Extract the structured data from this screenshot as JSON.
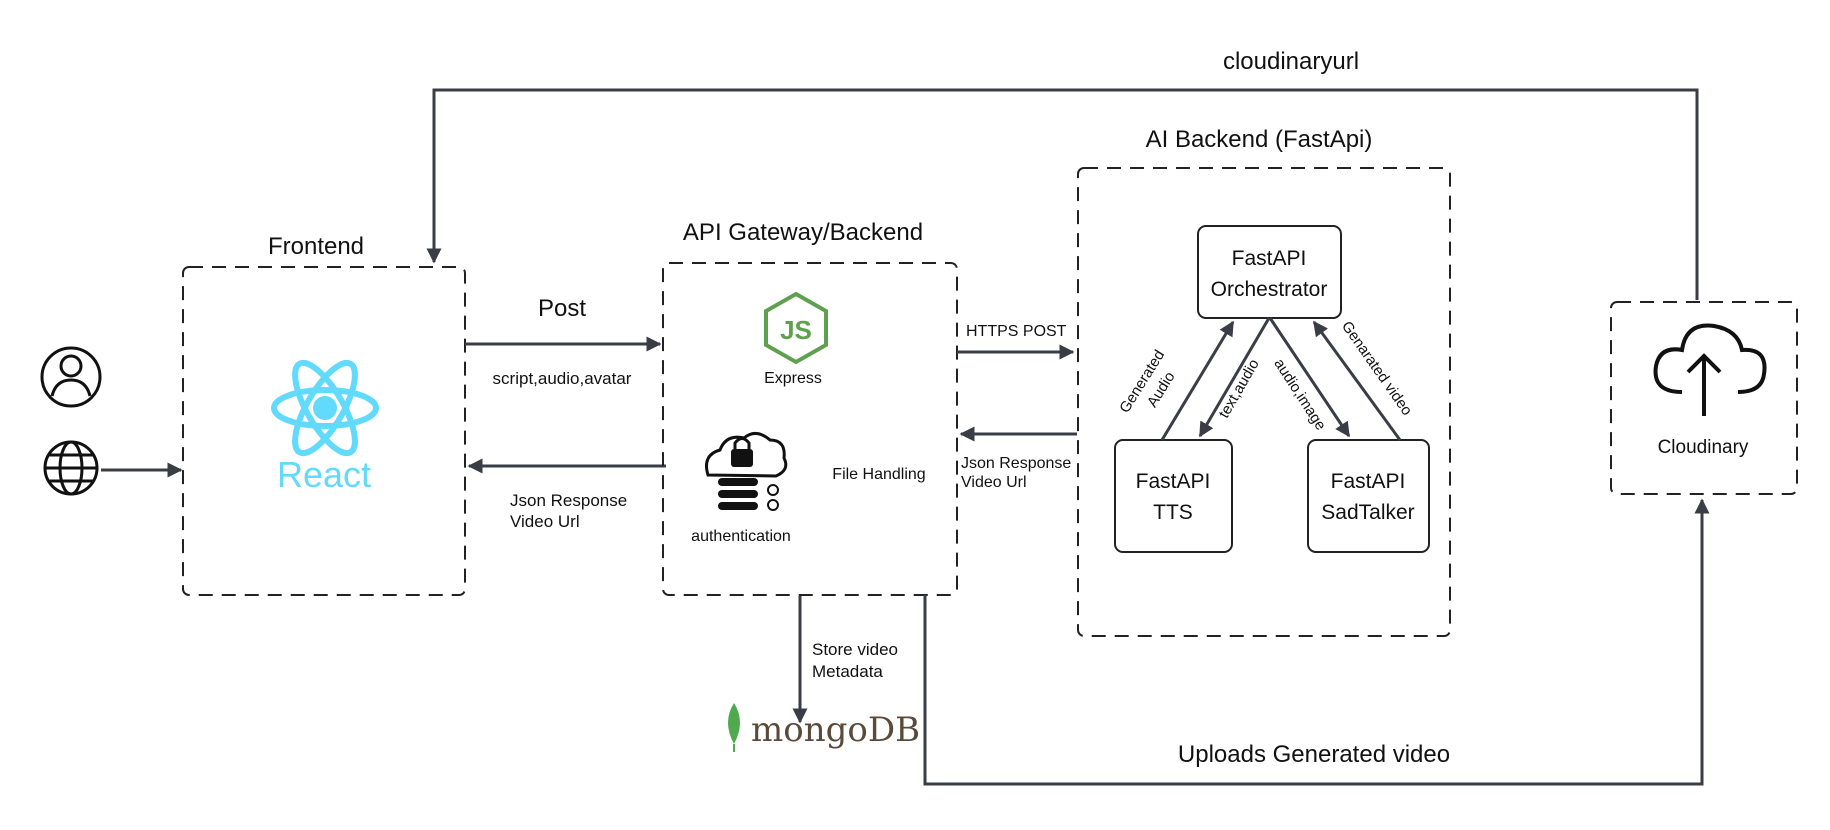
{
  "top_label": "cloudinaryurl",
  "bottom_label": "Uploads Generated video",
  "frontend": {
    "title": "Frontend",
    "logo_text": "React"
  },
  "gateway": {
    "title": "API Gateway/Backend",
    "express_label": "Express",
    "js_badge": "JS",
    "auth_label": "authentication",
    "file_label": "File Handling"
  },
  "ai_backend": {
    "title": "AI Backend (FastApi)",
    "orchestrator": {
      "line1": "FastAPI",
      "line2": "Orchestrator"
    },
    "tts": {
      "line1": "FastAPI",
      "line2": "TTS"
    },
    "sadtalker": {
      "line1": "FastAPI",
      "line2": "SadTalker"
    },
    "edge_generated_audio": {
      "line1": "Generated",
      "line2": "Audio"
    },
    "edge_text_audio": "text,audio",
    "edge_audio_image": "audio,image",
    "edge_generated_video": "Genarated video"
  },
  "cloudinary": {
    "label": "Cloudinary"
  },
  "edges": {
    "post_label": "Post",
    "post_payload": "script,audio,avatar",
    "json_resp_front": {
      "line1": "Json Response",
      "line2": "Video Url"
    },
    "https_post": "HTTPS POST",
    "json_resp_ai": {
      "line1": "Json Response",
      "line2": "Video Url"
    },
    "store": {
      "line1": "Store video",
      "line2": "Metadata"
    }
  },
  "mongodb": {
    "logo_text": "mongoDB"
  },
  "colors": {
    "react": "#61dafb",
    "node_green": "#5fa04e",
    "mongo_leaf": "#4fa94d",
    "mongo_text": "#5a4a3c",
    "edge": "#3a3d45"
  }
}
